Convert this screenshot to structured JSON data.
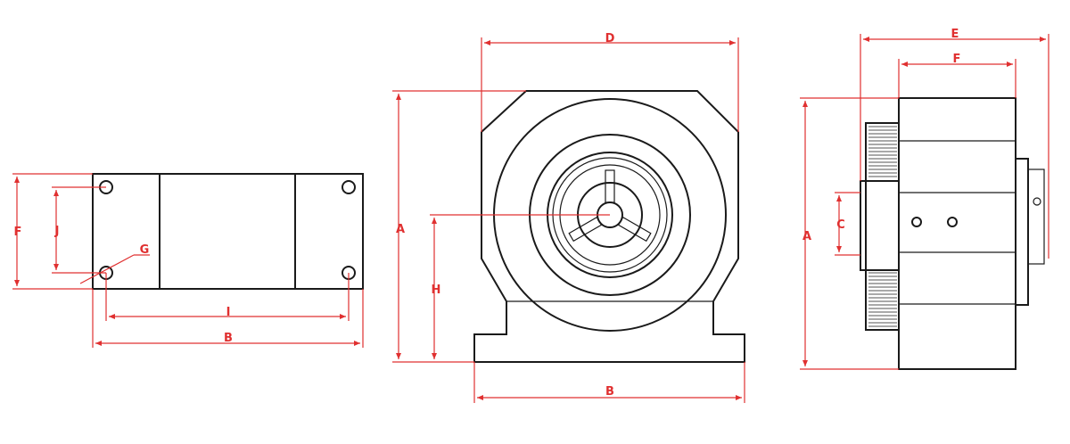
{
  "labels": {
    "left": {
      "f": "F",
      "j": "J",
      "g": "G",
      "i": "I",
      "b": "B"
    },
    "front": {
      "d": "D",
      "a": "A",
      "h": "H",
      "b": "B"
    },
    "side": {
      "e": "E",
      "f": "F",
      "a": "A",
      "c": "C"
    }
  },
  "colors": {
    "outline": "#1a1a1a",
    "dimension": "#e03030",
    "background": "#ffffff"
  }
}
